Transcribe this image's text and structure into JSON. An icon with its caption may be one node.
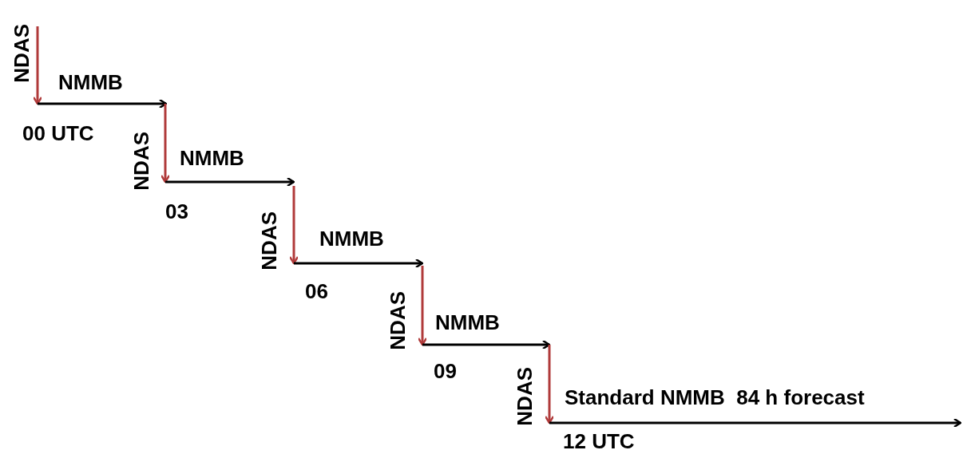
{
  "diagram": {
    "nodes": [
      {
        "text": [
          "00 UTC"
        ]
      },
      {
        "text": [
          "03"
        ]
      },
      {
        "text": [
          "06"
        ]
      },
      {
        "text": [
          "09"
        ]
      },
      {
        "text": [
          "12 UTC"
        ]
      }
    ],
    "edges": [
      {
        "from": null,
        "to": 0,
        "arrow": "to",
        "label": "NDAS",
        "color": "#b03a3a"
      },
      {
        "from": 0,
        "to": null,
        "arrow": "to",
        "label": "NMMB",
        "color": "#000000"
      },
      {
        "from": null,
        "to": 1,
        "arrow": "to",
        "label": "NDAS",
        "color": "#b03a3a"
      },
      {
        "from": 1,
        "to": null,
        "arrow": "to",
        "label": "NMMB",
        "color": "#000000"
      },
      {
        "from": null,
        "to": 2,
        "arrow": "to",
        "label": "NDAS",
        "color": "#b03a3a"
      },
      {
        "from": 2,
        "to": null,
        "arrow": "to",
        "label": "NMMB",
        "color": "#000000"
      },
      {
        "from": null,
        "to": 3,
        "arrow": "to",
        "label": "NDAS",
        "color": "#b03a3a"
      },
      {
        "from": 3,
        "to": null,
        "arrow": "to",
        "label": "NMMB",
        "color": "#000000"
      },
      {
        "from": null,
        "to": 4,
        "arrow": "to",
        "label": "NDAS",
        "color": "#b03a3a"
      },
      {
        "from": 4,
        "to": null,
        "arrow": "to",
        "label": "Standard NMMB  84 h forecast",
        "color": "#000000"
      }
    ]
  }
}
